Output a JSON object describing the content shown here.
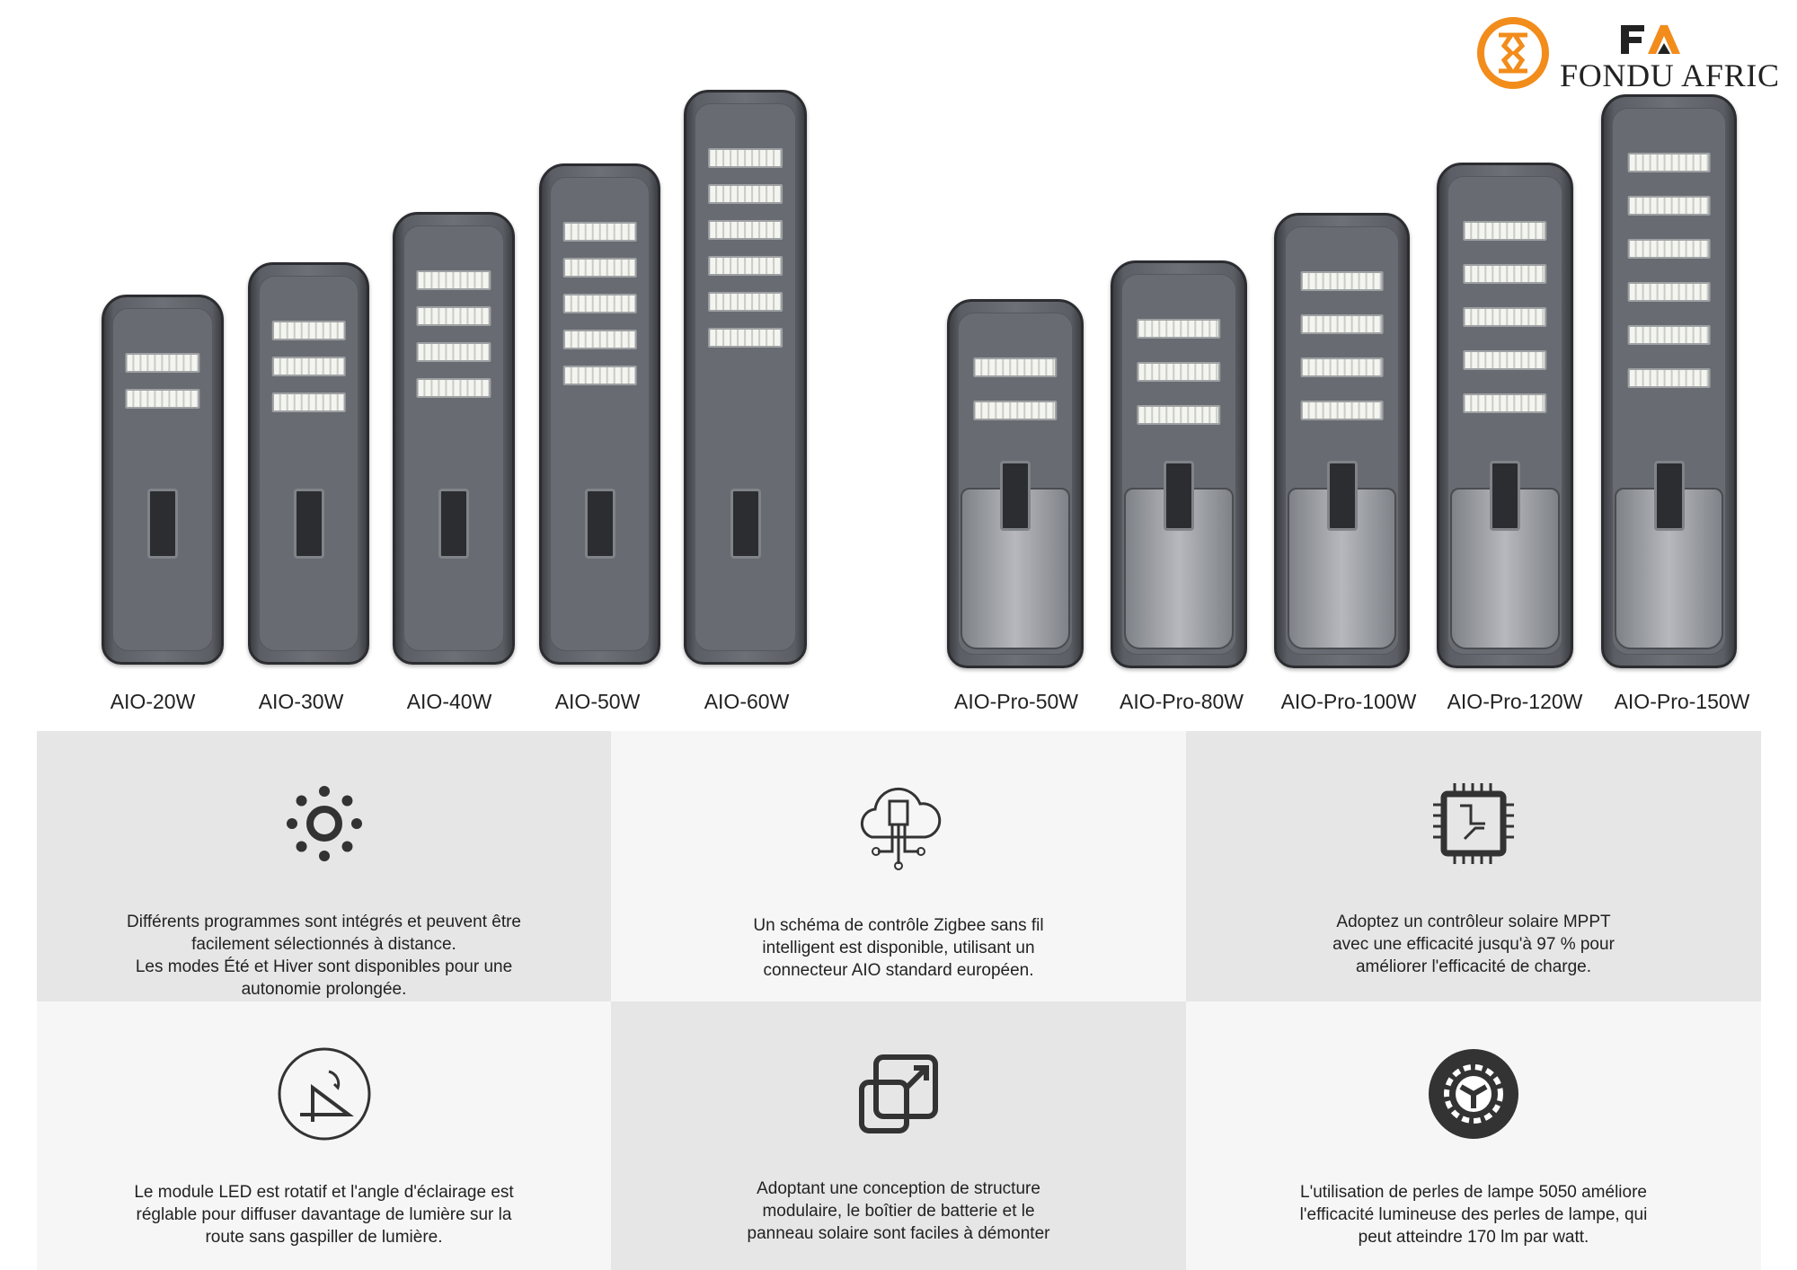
{
  "brand": {
    "name": "FONDU AFRIC",
    "monogram": "FA",
    "accent": "#f28c1b"
  },
  "standard_series": [
    {
      "model": "AIO-20W",
      "led_modules": 2
    },
    {
      "model": "AIO-30W",
      "led_modules": 3
    },
    {
      "model": "AIO-40W",
      "led_modules": 4
    },
    {
      "model": "AIO-50W",
      "led_modules": 5
    },
    {
      "model": "AIO-60W",
      "led_modules": 6
    }
  ],
  "pro_series": [
    {
      "model": "AIO-Pro-50W",
      "led_modules": 2
    },
    {
      "model": "AIO-Pro-80W",
      "led_modules": 3
    },
    {
      "model": "AIO-Pro-100W",
      "led_modules": 4
    },
    {
      "model": "AIO-Pro-120W",
      "led_modules": 5
    },
    {
      "model": "AIO-Pro-150W",
      "led_modules": 6
    }
  ],
  "features": [
    {
      "icon": "sun-icon",
      "text": "Différents programmes sont intégrés et peuvent être\nfacilement sélectionnés à distance.\nLes modes Été et Hiver sont disponibles pour une\nautonomie prolongée."
    },
    {
      "icon": "cloud-circuit-icon",
      "text": "Un schéma de contrôle Zigbee sans fil\nintelligent est disponible, utilisant un\nconnecteur AIO standard européen."
    },
    {
      "icon": "chip-icon",
      "text": "Adoptez un contrôleur solaire MPPT\navec une efficacité jusqu'à 97 % pour\naméliorer l'efficacité de charge."
    },
    {
      "icon": "rotate-angle-icon",
      "text": "Le module LED est rotatif et l'angle d'éclairage est\nréglable pour diffuser davantage de lumière sur la\nroute sans gaspiller de lumière."
    },
    {
      "icon": "modular-icon",
      "text": "Adoptant une conception de structure\nmodulaire, le boîtier de batterie et le\npanneau solaire sont faciles à démonter"
    },
    {
      "icon": "gear-icon",
      "text": "L'utilisation de perles de lampe 5050 améliore\nl'efficacité lumineuse des perles de lampe, qui\npeut atteindre 170 lm par watt."
    }
  ]
}
